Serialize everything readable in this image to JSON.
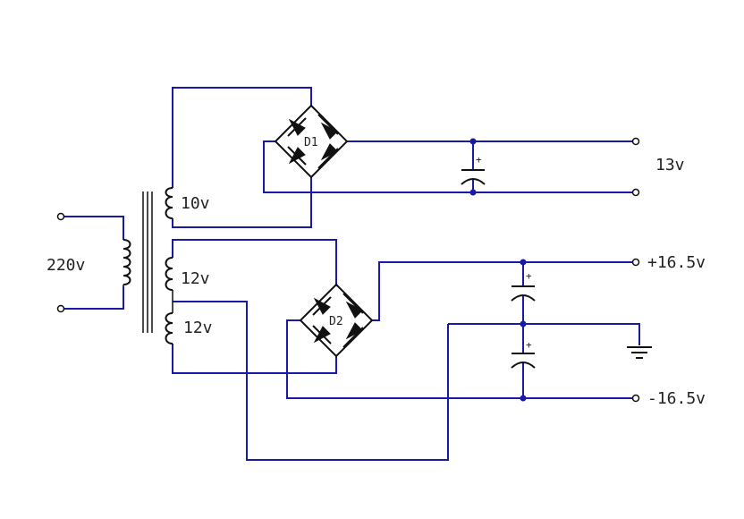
{
  "labels": {
    "primary_voltage": "220v",
    "winding_1": "10v",
    "winding_2": "12v",
    "winding_3": "12v",
    "bridge_1": "D1",
    "bridge_2": "D2",
    "output_1": "13v",
    "output_2": "+16.5v",
    "output_3": "-16.5v",
    "cap_plus": "+"
  },
  "colors": {
    "wire": "#1a1aa8",
    "component": "#111111",
    "background": "#ffffff"
  }
}
